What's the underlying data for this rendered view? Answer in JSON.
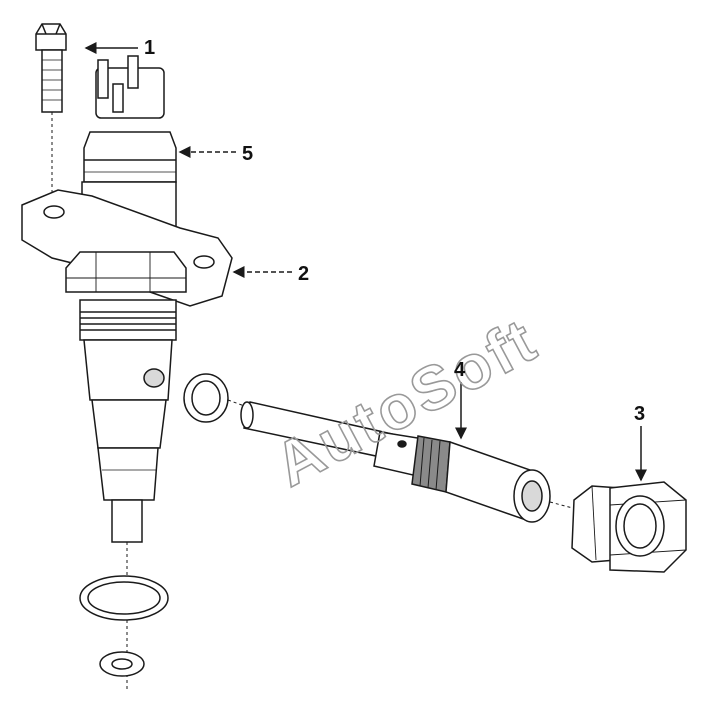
{
  "colors": {
    "line": "#1a1a1a",
    "shade": "#d9d9d9",
    "dark_shade": "#8a8a8a",
    "watermark": "#999999"
  },
  "callouts": [
    {
      "id": "1",
      "label": "1"
    },
    {
      "id": "5",
      "label": "5"
    },
    {
      "id": "2",
      "label": "2"
    },
    {
      "id": "4",
      "label": "4"
    },
    {
      "id": "3",
      "label": "3"
    }
  ],
  "watermark": {
    "text": "AutoSoft"
  }
}
